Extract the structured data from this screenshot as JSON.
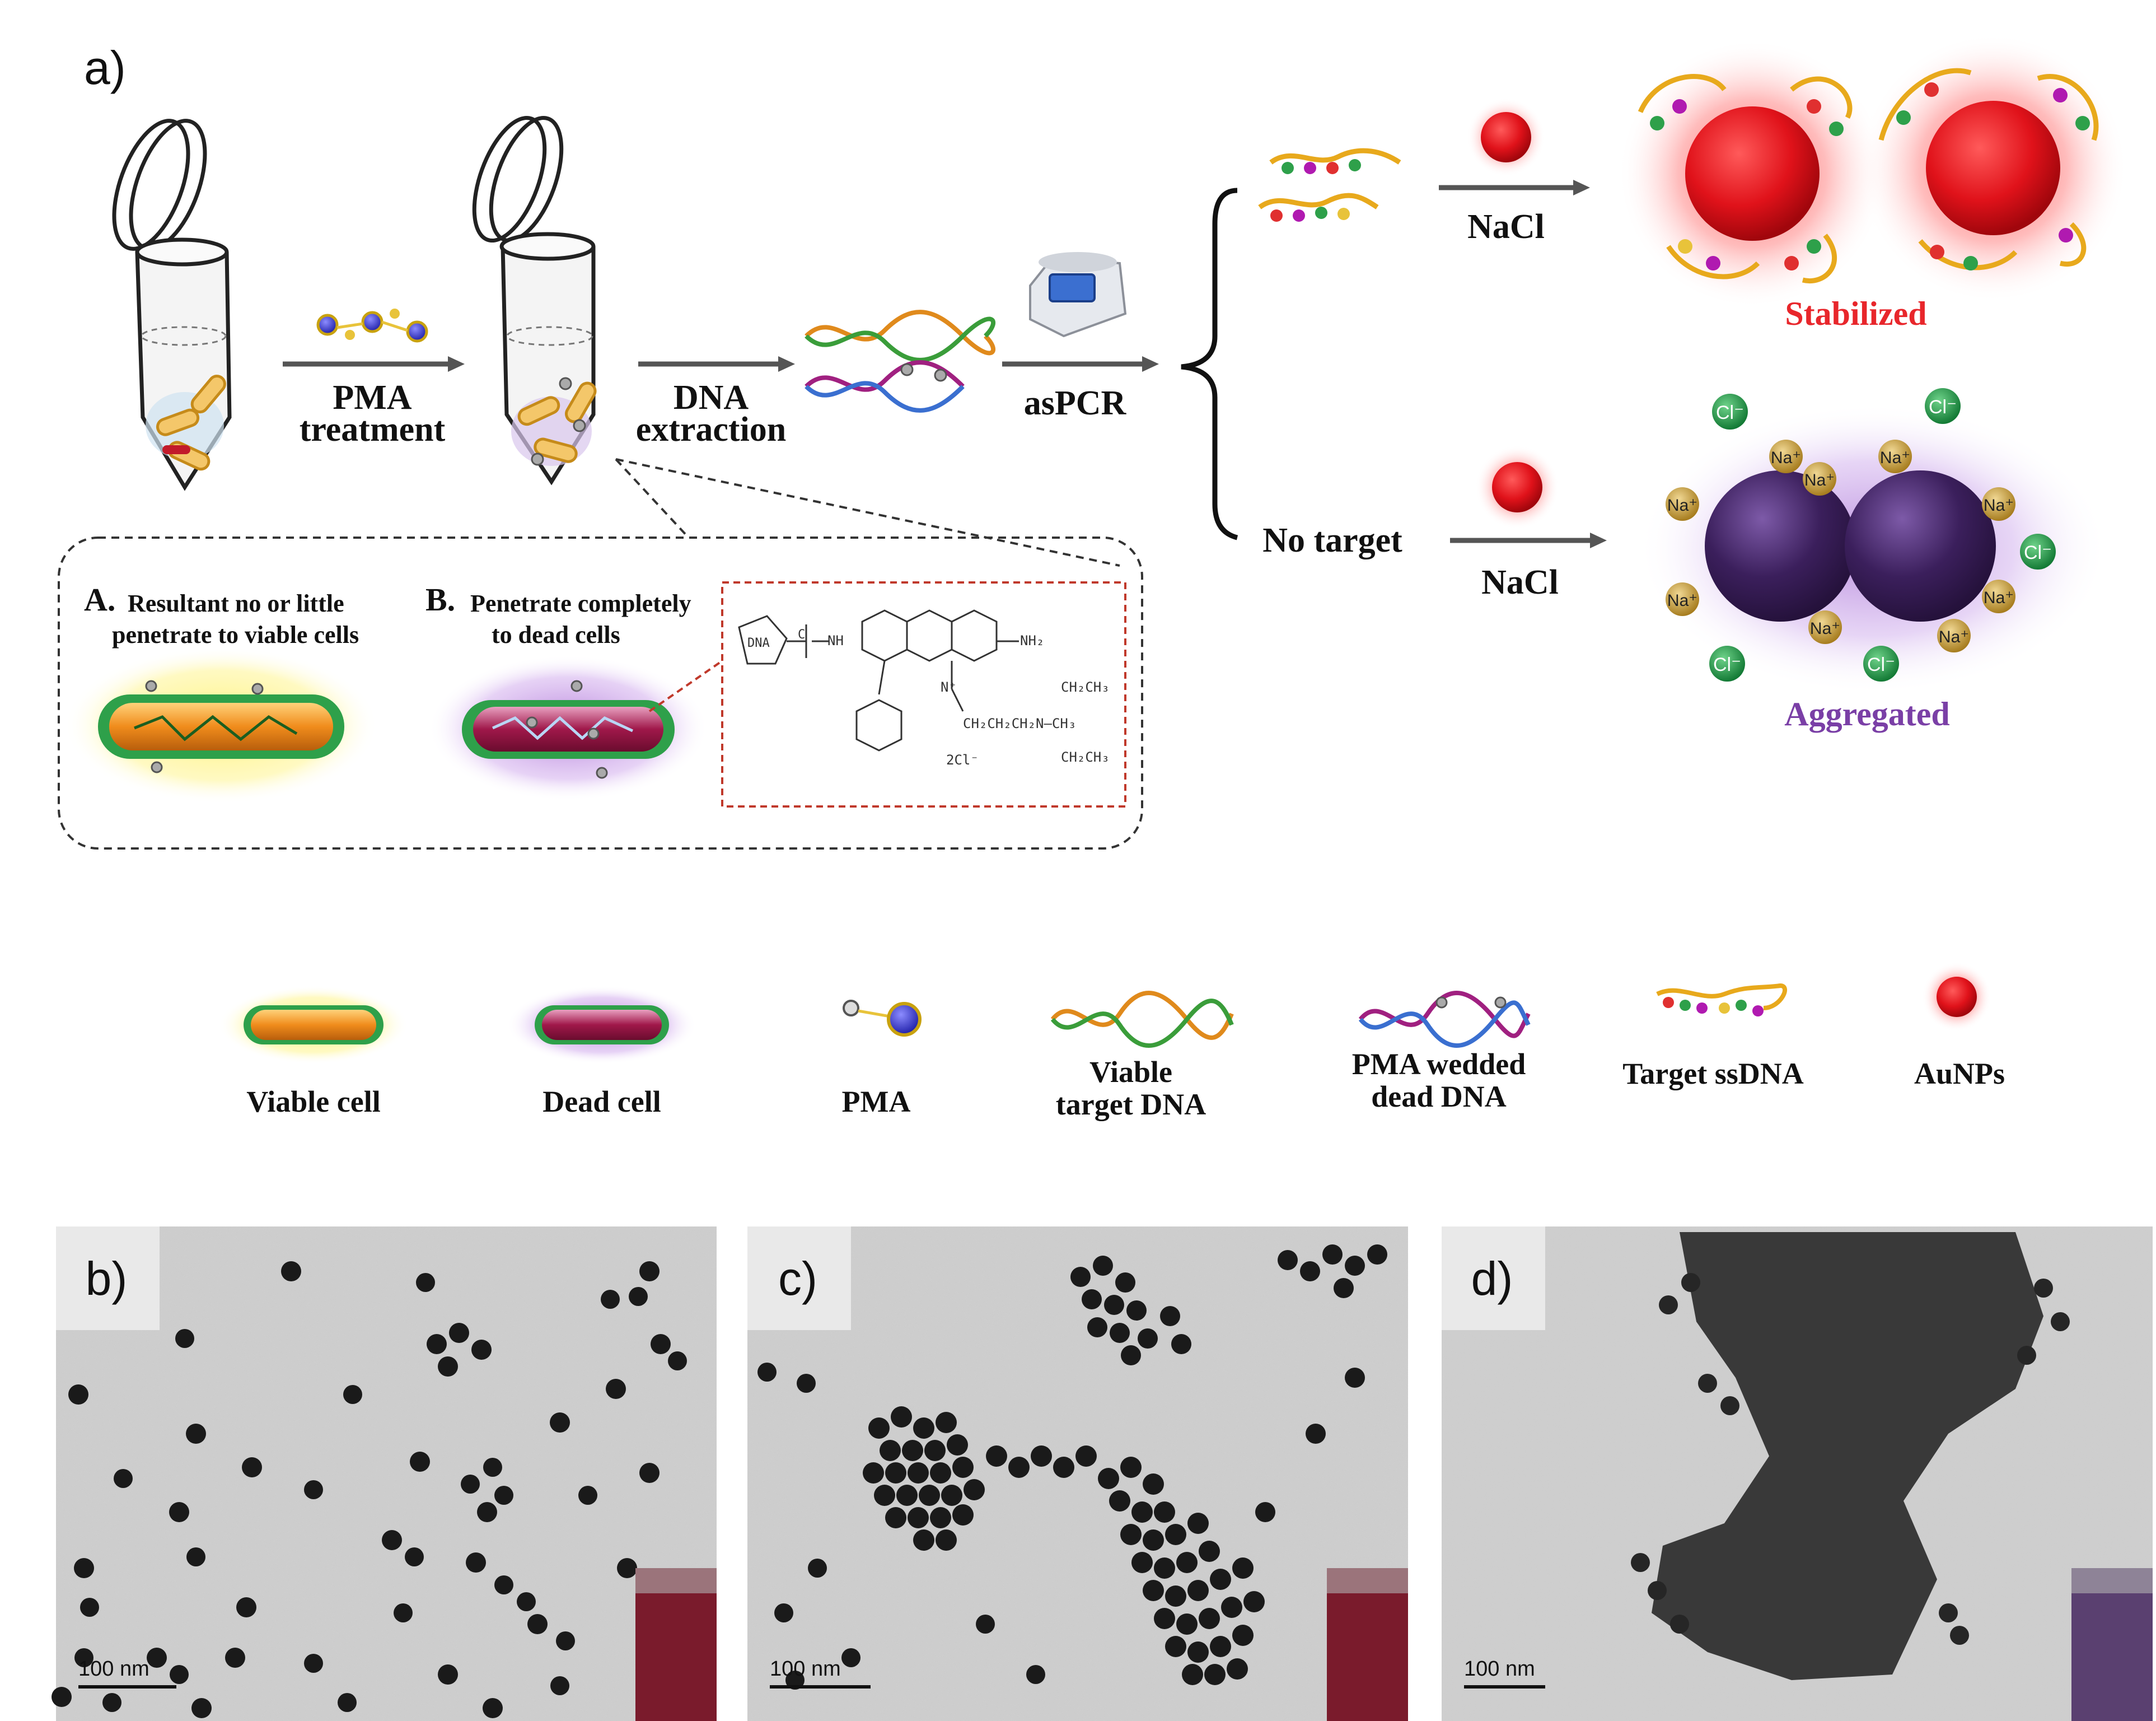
{
  "panel_labels": {
    "a": "a)",
    "b": "b)",
    "c": "c)",
    "d": "d)"
  },
  "workflow": {
    "pma_treatment": [
      "PMA",
      "treatment"
    ],
    "dna_extraction": [
      "DNA",
      "extraction"
    ],
    "aspcr": "asPCR",
    "nacl_top": "NaCl",
    "nacl_bottom": "NaCl",
    "no_target": "No target",
    "stabilized": "Stabilized",
    "aggregated": "Aggregated"
  },
  "inset": {
    "a_letter": "A.",
    "a_text": [
      "Resultant no or little",
      "penetrate to viable cells"
    ],
    "b_letter": "B.",
    "b_text": [
      "Penetrate completely",
      "to dead  cells"
    ]
  },
  "structure": {
    "dna": "DNA",
    "nh": "NH",
    "c": "C",
    "nh2": "NH₂",
    "n_plus": "N⁺",
    "chain": "CH₂CH₂CH₂N–CH₃",
    "ch2ch3_top": "CH₂CH₃",
    "ch2ch3_bottom": "CH₂CH₃",
    "counter_ion": "2Cl⁻"
  },
  "ions": {
    "cl": "Cl⁻",
    "na": "Na⁺"
  },
  "legend": [
    {
      "label": [
        "Viable cell"
      ]
    },
    {
      "label": [
        "Dead cell"
      ]
    },
    {
      "label": [
        "PMA"
      ]
    },
    {
      "label": [
        "Viable",
        "target DNA"
      ]
    },
    {
      "label": [
        "PMA wedded",
        "dead DNA"
      ]
    },
    {
      "label": [
        "Target ssDNA"
      ]
    },
    {
      "label": [
        "AuNPs"
      ]
    }
  ],
  "tem": {
    "scale_b": "100 nm",
    "scale_c": "100 nm",
    "scale_d": "100 nm"
  },
  "colors": {
    "stabilized": "#e8262b",
    "aggregated": "#7a3fa6",
    "gold_np": "#e0121a",
    "aggregated_np": "#3b1f5c",
    "cl_ion": "#1c9b45",
    "na_ion": "#c9a23a",
    "helix_a": "#e08a1c",
    "helix_b": "#3a9d3a"
  }
}
